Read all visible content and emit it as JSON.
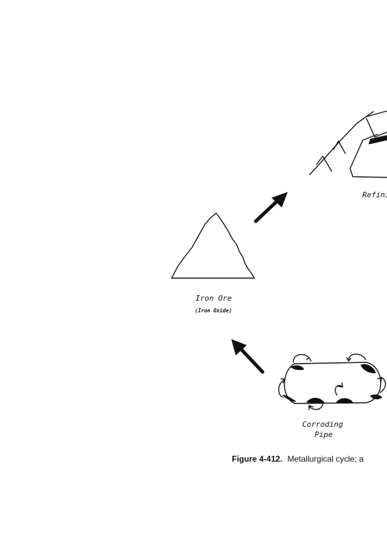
{
  "labels": {
    "refining": "Refini",
    "iron_ore": "Iron Ore",
    "iron_oxide": "(Iron Oxide)",
    "corroding_line1": "Corroding",
    "corroding_line2": "Pipe"
  },
  "caption": {
    "figure": "Figure 4-412.",
    "text": "Metallurgical cycle; a"
  }
}
